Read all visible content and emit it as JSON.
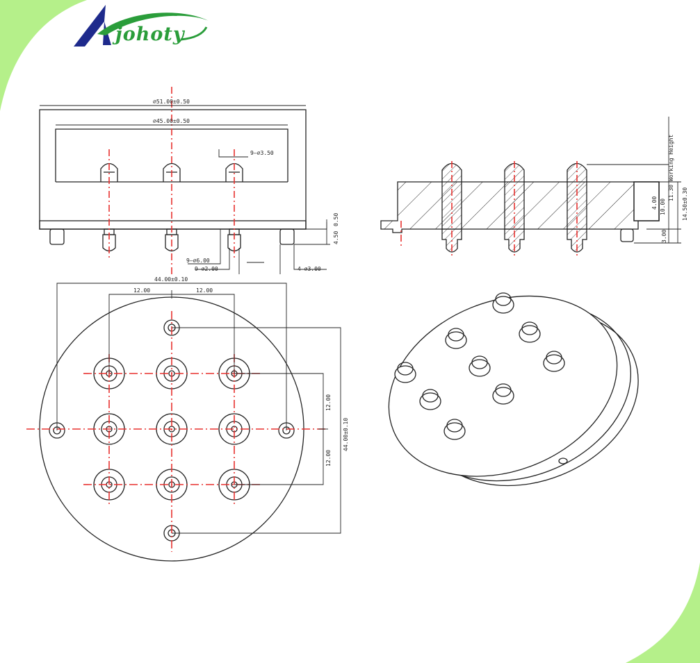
{
  "brand": {
    "name": "Johoty",
    "wordmark": "johoty"
  },
  "colors": {
    "accent_green": "#b5f08a",
    "line": "#222222",
    "centerline": "#e8312f",
    "logo_blue": "#1e2a8c",
    "logo_green": "#2a9d3a"
  },
  "front_view": {
    "dim_outer_width": "⌀51.00±0.50",
    "dim_inner_width": "⌀45.00±0.50",
    "dim_pin_tip": "9–⌀3.50",
    "dim_thickness": "0.50",
    "dim_pin_length": "4.50",
    "dim_head_dia": "9–⌀6.00",
    "dim_shaft_dia": "9–⌀2.00",
    "dim_post_dia": "4–⌀3.00"
  },
  "side_view": {
    "dim_working_height": "11.30 Working Height",
    "dim_total_height": "14.50±0.30",
    "dim_body": "10.00",
    "dim_step": "4.00",
    "dim_base": "3.00"
  },
  "bottom_view": {
    "dim_post_span": "44.00±0.10",
    "dim_pitch_left": "12.00",
    "dim_pitch_right": "12.00",
    "dim_vertical_pitch_upper": "12.00",
    "dim_vertical_pitch_lower": "12.00",
    "dim_post_span_vertical": "44.00±0.10"
  }
}
